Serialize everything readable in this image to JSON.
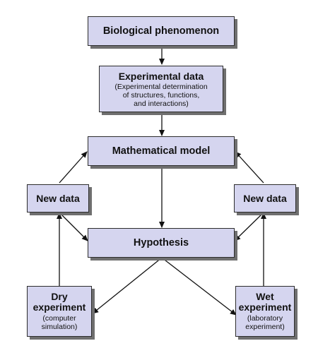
{
  "diagram": {
    "colors": {
      "box_fill": "#d5d5ef",
      "box_border": "#2c2c2c",
      "box_shadow": "#6f6f6f",
      "arrow": "#111111"
    },
    "nodes": {
      "biological_phenomenon": {
        "title": "Biological phenomenon"
      },
      "experimental_data": {
        "title": "Experimental data",
        "subtitle_lines": [
          "(Experimental determination",
          "of structures, functions,",
          "and interactions)"
        ]
      },
      "mathematical_model": {
        "title": "Mathematical model"
      },
      "new_data_left": {
        "title": "New data"
      },
      "new_data_right": {
        "title": "New data"
      },
      "hypothesis": {
        "title": "Hypothesis"
      },
      "dry_experiment": {
        "title_lines": [
          "Dry",
          "experiment"
        ],
        "subtitle_lines": [
          "(computer",
          "simulation)"
        ]
      },
      "wet_experiment": {
        "title_lines": [
          "Wet",
          "experiment"
        ],
        "subtitle_lines": [
          "(laboratory",
          "experiment)"
        ]
      }
    },
    "edges": [
      {
        "from": "biological_phenomenon",
        "to": "experimental_data"
      },
      {
        "from": "experimental_data",
        "to": "mathematical_model"
      },
      {
        "from": "mathematical_model",
        "to": "hypothesis"
      },
      {
        "from": "new_data_left",
        "to": "mathematical_model"
      },
      {
        "from": "new_data_left",
        "to": "hypothesis"
      },
      {
        "from": "new_data_right",
        "to": "mathematical_model"
      },
      {
        "from": "new_data_right",
        "to": "hypothesis"
      },
      {
        "from": "hypothesis",
        "to": "dry_experiment"
      },
      {
        "from": "hypothesis",
        "to": "wet_experiment"
      },
      {
        "from": "dry_experiment",
        "to": "new_data_left"
      },
      {
        "from": "wet_experiment",
        "to": "new_data_right"
      }
    ]
  }
}
